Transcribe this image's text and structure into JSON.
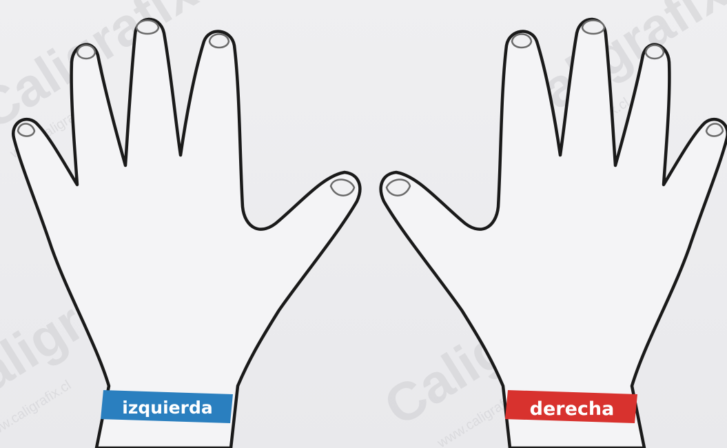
{
  "labels": {
    "left_hand": "izquierda",
    "right_hand": "derecha"
  },
  "watermark": {
    "brand": "Caligrafix",
    "url": "www.caligrafix.cl"
  },
  "colors": {
    "left_band": "#2a7fbf",
    "right_band": "#d8322e",
    "outline": "#1a1a1a",
    "background": "#ececee"
  }
}
